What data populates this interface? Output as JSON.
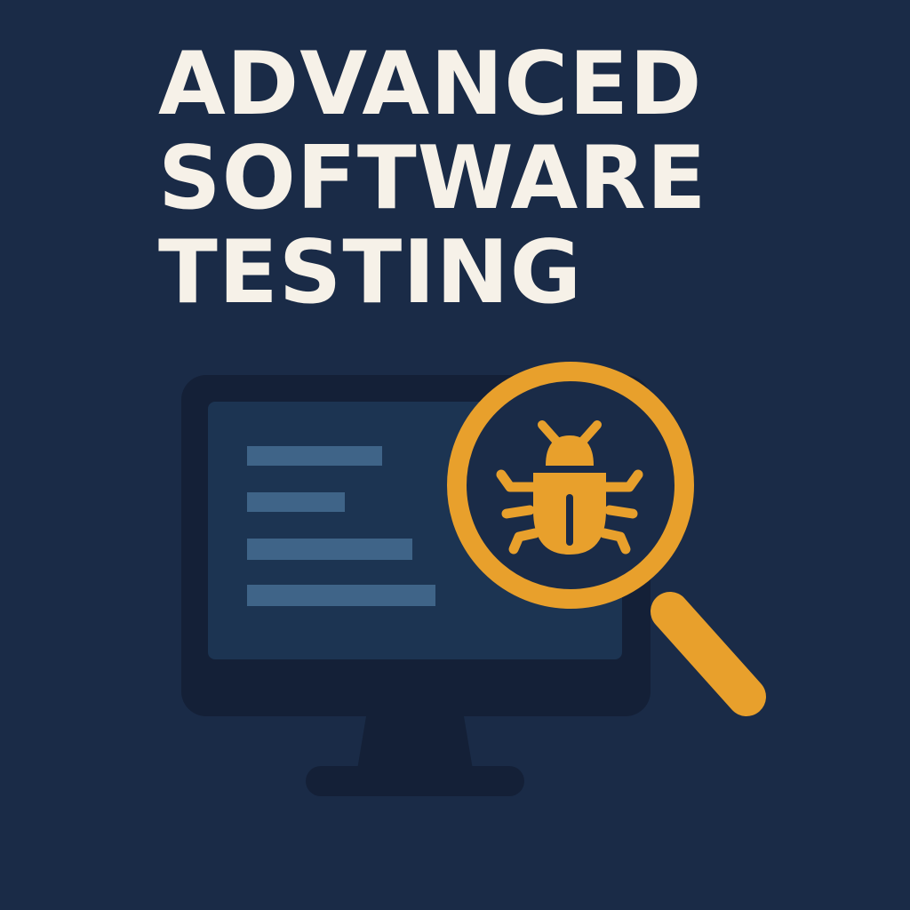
{
  "title": {
    "lines": [
      "ADVANCED",
      "SOFTWARE",
      "TESTING"
    ]
  },
  "illustration": {
    "monitor_icon": "monitor-icon",
    "search_icon": "magnifying-glass-icon",
    "bug_icon": "bug-icon"
  },
  "colors": {
    "background": "#1a2b47",
    "title_text": "#f6f1e8",
    "monitor_frame": "#142037",
    "monitor_screen": "#1c3452",
    "code_lines": "#3f6488",
    "accent": "#e8a02c"
  }
}
